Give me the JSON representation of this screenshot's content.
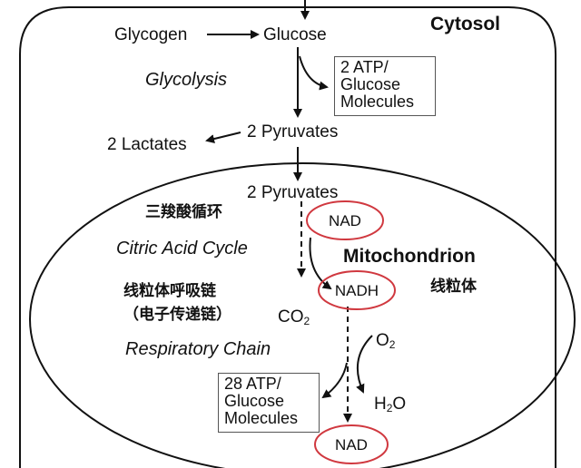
{
  "cytosol": {
    "label": "Cytosol"
  },
  "glycogen": "Glycogen",
  "glucose": "Glucose",
  "glycolysis": "Glycolysis",
  "atp_box_top": {
    "line1": "2 ATP/",
    "line2": "Glucose",
    "line3": "Molecules"
  },
  "pyruvates_cytosol": "2 Pyruvates",
  "lactates": "2 Lactates",
  "pyruvates_mito": "2 Pyruvates",
  "cn_tca": "三羧酸循环",
  "citric_acid_cycle": "Citric Acid Cycle",
  "mitochondrion": "Mitochondrion",
  "cn_mito": "线粒体",
  "cn_resp_line1": "线粒体呼吸链",
  "cn_resp_line2": "（电子传递链）",
  "respiratory_chain": "Respiratory Chain",
  "nad_top": "NAD",
  "nadh": "NADH",
  "nad_bottom": "NAD",
  "co2": {
    "base": "CO",
    "sub": "2"
  },
  "o2": {
    "base": "O",
    "sub": "2"
  },
  "h2o": {
    "base": "H",
    "sub": "2",
    "tail": "O"
  },
  "atp_box_bottom": {
    "line1": "28 ATP/",
    "line2": "Glucose",
    "line3": "Molecules"
  },
  "colors": {
    "highlight": "#d0383f",
    "line": "#111111"
  }
}
